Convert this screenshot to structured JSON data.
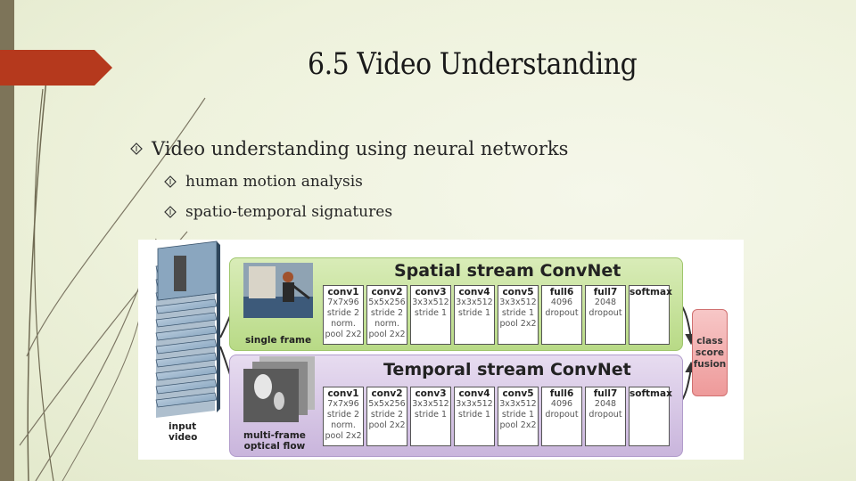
{
  "slide": {
    "title": "6.5 Video Understanding",
    "bullets": [
      {
        "text": "Video understanding using neural networks",
        "level": 1
      },
      {
        "text": "human motion analysis",
        "level": 2
      },
      {
        "text": "spatio-temporal signatures",
        "level": 2
      }
    ],
    "colors": {
      "accent": "#b5391d",
      "sidebar": "#7d7459",
      "background": "#eef2dc"
    }
  },
  "figure": {
    "input_label": [
      "input",
      "video"
    ],
    "spatial": {
      "title": "Spatial stream ConvNet",
      "sublabel": "single frame",
      "layers": [
        {
          "name": "conv1",
          "specs": [
            "7x7x96",
            "stride 2",
            "norm.",
            "pool 2x2"
          ]
        },
        {
          "name": "conv2",
          "specs": [
            "5x5x256",
            "stride 2",
            "norm.",
            "pool 2x2"
          ]
        },
        {
          "name": "conv3",
          "specs": [
            "3x3x512",
            "stride 1"
          ]
        },
        {
          "name": "conv4",
          "specs": [
            "3x3x512",
            "stride 1"
          ]
        },
        {
          "name": "conv5",
          "specs": [
            "3x3x512",
            "stride 1",
            "pool 2x2"
          ]
        },
        {
          "name": "full6",
          "specs": [
            "4096",
            "dropout"
          ]
        },
        {
          "name": "full7",
          "specs": [
            "2048",
            "dropout"
          ]
        },
        {
          "name": "softmax",
          "specs": []
        }
      ]
    },
    "temporal": {
      "title": "Temporal stream ConvNet",
      "sublabel": [
        "multi-frame",
        "optical flow"
      ],
      "layers": [
        {
          "name": "conv1",
          "specs": [
            "7x7x96",
            "stride 2",
            "norm.",
            "pool 2x2"
          ]
        },
        {
          "name": "conv2",
          "specs": [
            "5x5x256",
            "stride 2",
            "pool 2x2"
          ]
        },
        {
          "name": "conv3",
          "specs": [
            "3x3x512",
            "stride 1"
          ]
        },
        {
          "name": "conv4",
          "specs": [
            "3x3x512",
            "stride 1"
          ]
        },
        {
          "name": "conv5",
          "specs": [
            "3x3x512",
            "stride 1",
            "pool 2x2"
          ]
        },
        {
          "name": "full6",
          "specs": [
            "4096",
            "dropout"
          ]
        },
        {
          "name": "full7",
          "specs": [
            "2048",
            "dropout"
          ]
        },
        {
          "name": "softmax",
          "specs": []
        }
      ]
    },
    "fusion_label": [
      "class",
      "score",
      "fusion"
    ]
  }
}
